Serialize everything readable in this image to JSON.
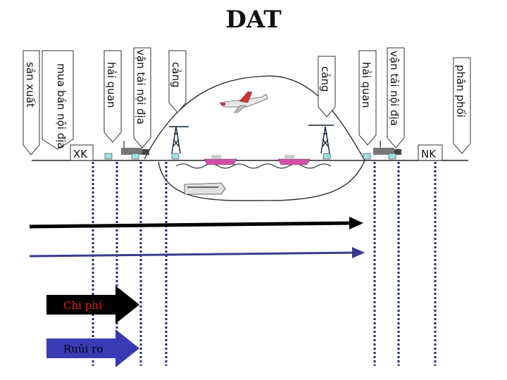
{
  "title": "DAT",
  "left_labels": [
    "sản xuất",
    "mua bán nội địa",
    "hải quan",
    "vận tải nội địa",
    "cảng"
  ],
  "right_labels": [
    "cảng",
    "hải quan",
    "vận tải nội địa",
    "phân phối"
  ],
  "left_box": "XK",
  "right_box": "NK",
  "legend": {
    "cost": "Chi phí",
    "risk": "Ruûi ro",
    "cost_color": "#000000",
    "risk_color": "#3a3a8c"
  }
}
